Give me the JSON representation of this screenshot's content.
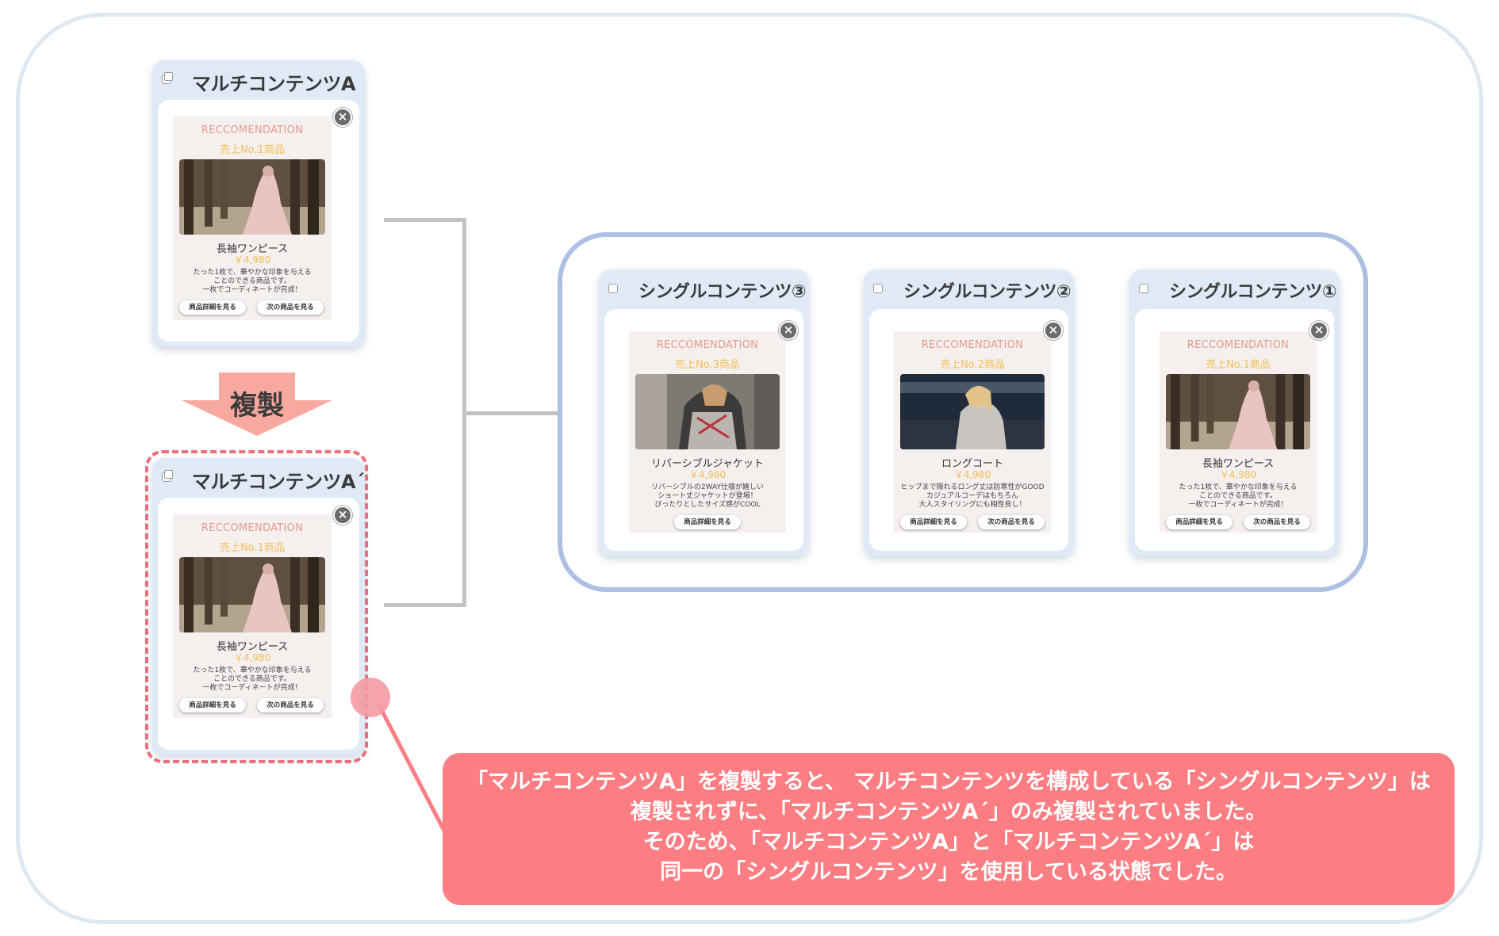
{
  "multi_a": {
    "title": "マルチコンテンツA",
    "card": {
      "header": "RECCOMENDATION",
      "rank": "売上No.1商品",
      "product": "長袖ワンピース",
      "price": "￥4,980",
      "desc": [
        "たった1枚で、華やかな印象を与える",
        "ことのできる商品です。",
        "一枚でコーディネートが完成！"
      ],
      "btn_detail": "商品詳細を見る",
      "btn_next": "次の商品を見る"
    }
  },
  "duplicate_label": "複製",
  "multi_a_copy": {
    "title": "マルチコンテンツA´",
    "card": {
      "header": "RECCOMENDATION",
      "rank": "売上No.1商品",
      "product": "長袖ワンピース",
      "price": "￥4,980",
      "desc": [
        "たった1枚で、華やかな印象を与える",
        "ことのできる商品です。",
        "一枚でコーディネートが完成！"
      ],
      "btn_detail": "商品詳細を見る",
      "btn_next": "次の商品を見る"
    }
  },
  "singles": [
    {
      "title": "シングルコンテンツ③",
      "header": "RECCOMENDATION",
      "rank": "売上No.3商品",
      "product": "リバーシブルジャケット",
      "price": "￥4,980",
      "desc": [
        "リバーシブルの2WAY仕様が嬉しい",
        "ショート丈ジャケットが登場！",
        "ぴったりとしたサイズ感がCOOL"
      ],
      "btn_detail": "商品詳細を見る"
    },
    {
      "title": "シングルコンテンツ②",
      "header": "RECCOMENDATION",
      "rank": "売上No.2商品",
      "product": "ロングコート",
      "price": "￥4,980",
      "desc": [
        "ヒップまで隠れるロング丈は防寒性がGOOD",
        "カジュアルコーデはもちろん",
        "大人スタイリングにも相性良し！"
      ],
      "btn_detail": "商品詳細を見る",
      "btn_next": "次の商品を見る"
    },
    {
      "title": "シングルコンテンツ①",
      "header": "RECCOMENDATION",
      "rank": "売上No.1商品",
      "product": "長袖ワンピース",
      "price": "￥4,980",
      "desc": [
        "たった1枚で、華やかな印象を与える",
        "ことのできる商品です。",
        "一枚でコーディネートが完成！"
      ],
      "btn_detail": "商品詳細を見る",
      "btn_next": "次の商品を見る"
    }
  ],
  "callout": {
    "lines": [
      "「マルチコンテンツA」を複製すると、 マルチコンテンツを構成している「シングルコンテンツ」は",
      "複製されずに、「マルチコンテンツA´」のみ複製されていました。",
      "そのため、「マルチコンテンツA」と「マルチコンテンツA´」は",
      "同一の「シングルコンテンツ」を使用している状態でした。"
    ]
  },
  "colors": {
    "window_bg": "#dfeaf6",
    "group_border": "#aebfe1",
    "dashed": "#ef6f7c",
    "callout_bg": "#fc7d82",
    "arrow": "#f7a9a0",
    "rank": "#f1bf55",
    "reco": "#e29c91"
  }
}
